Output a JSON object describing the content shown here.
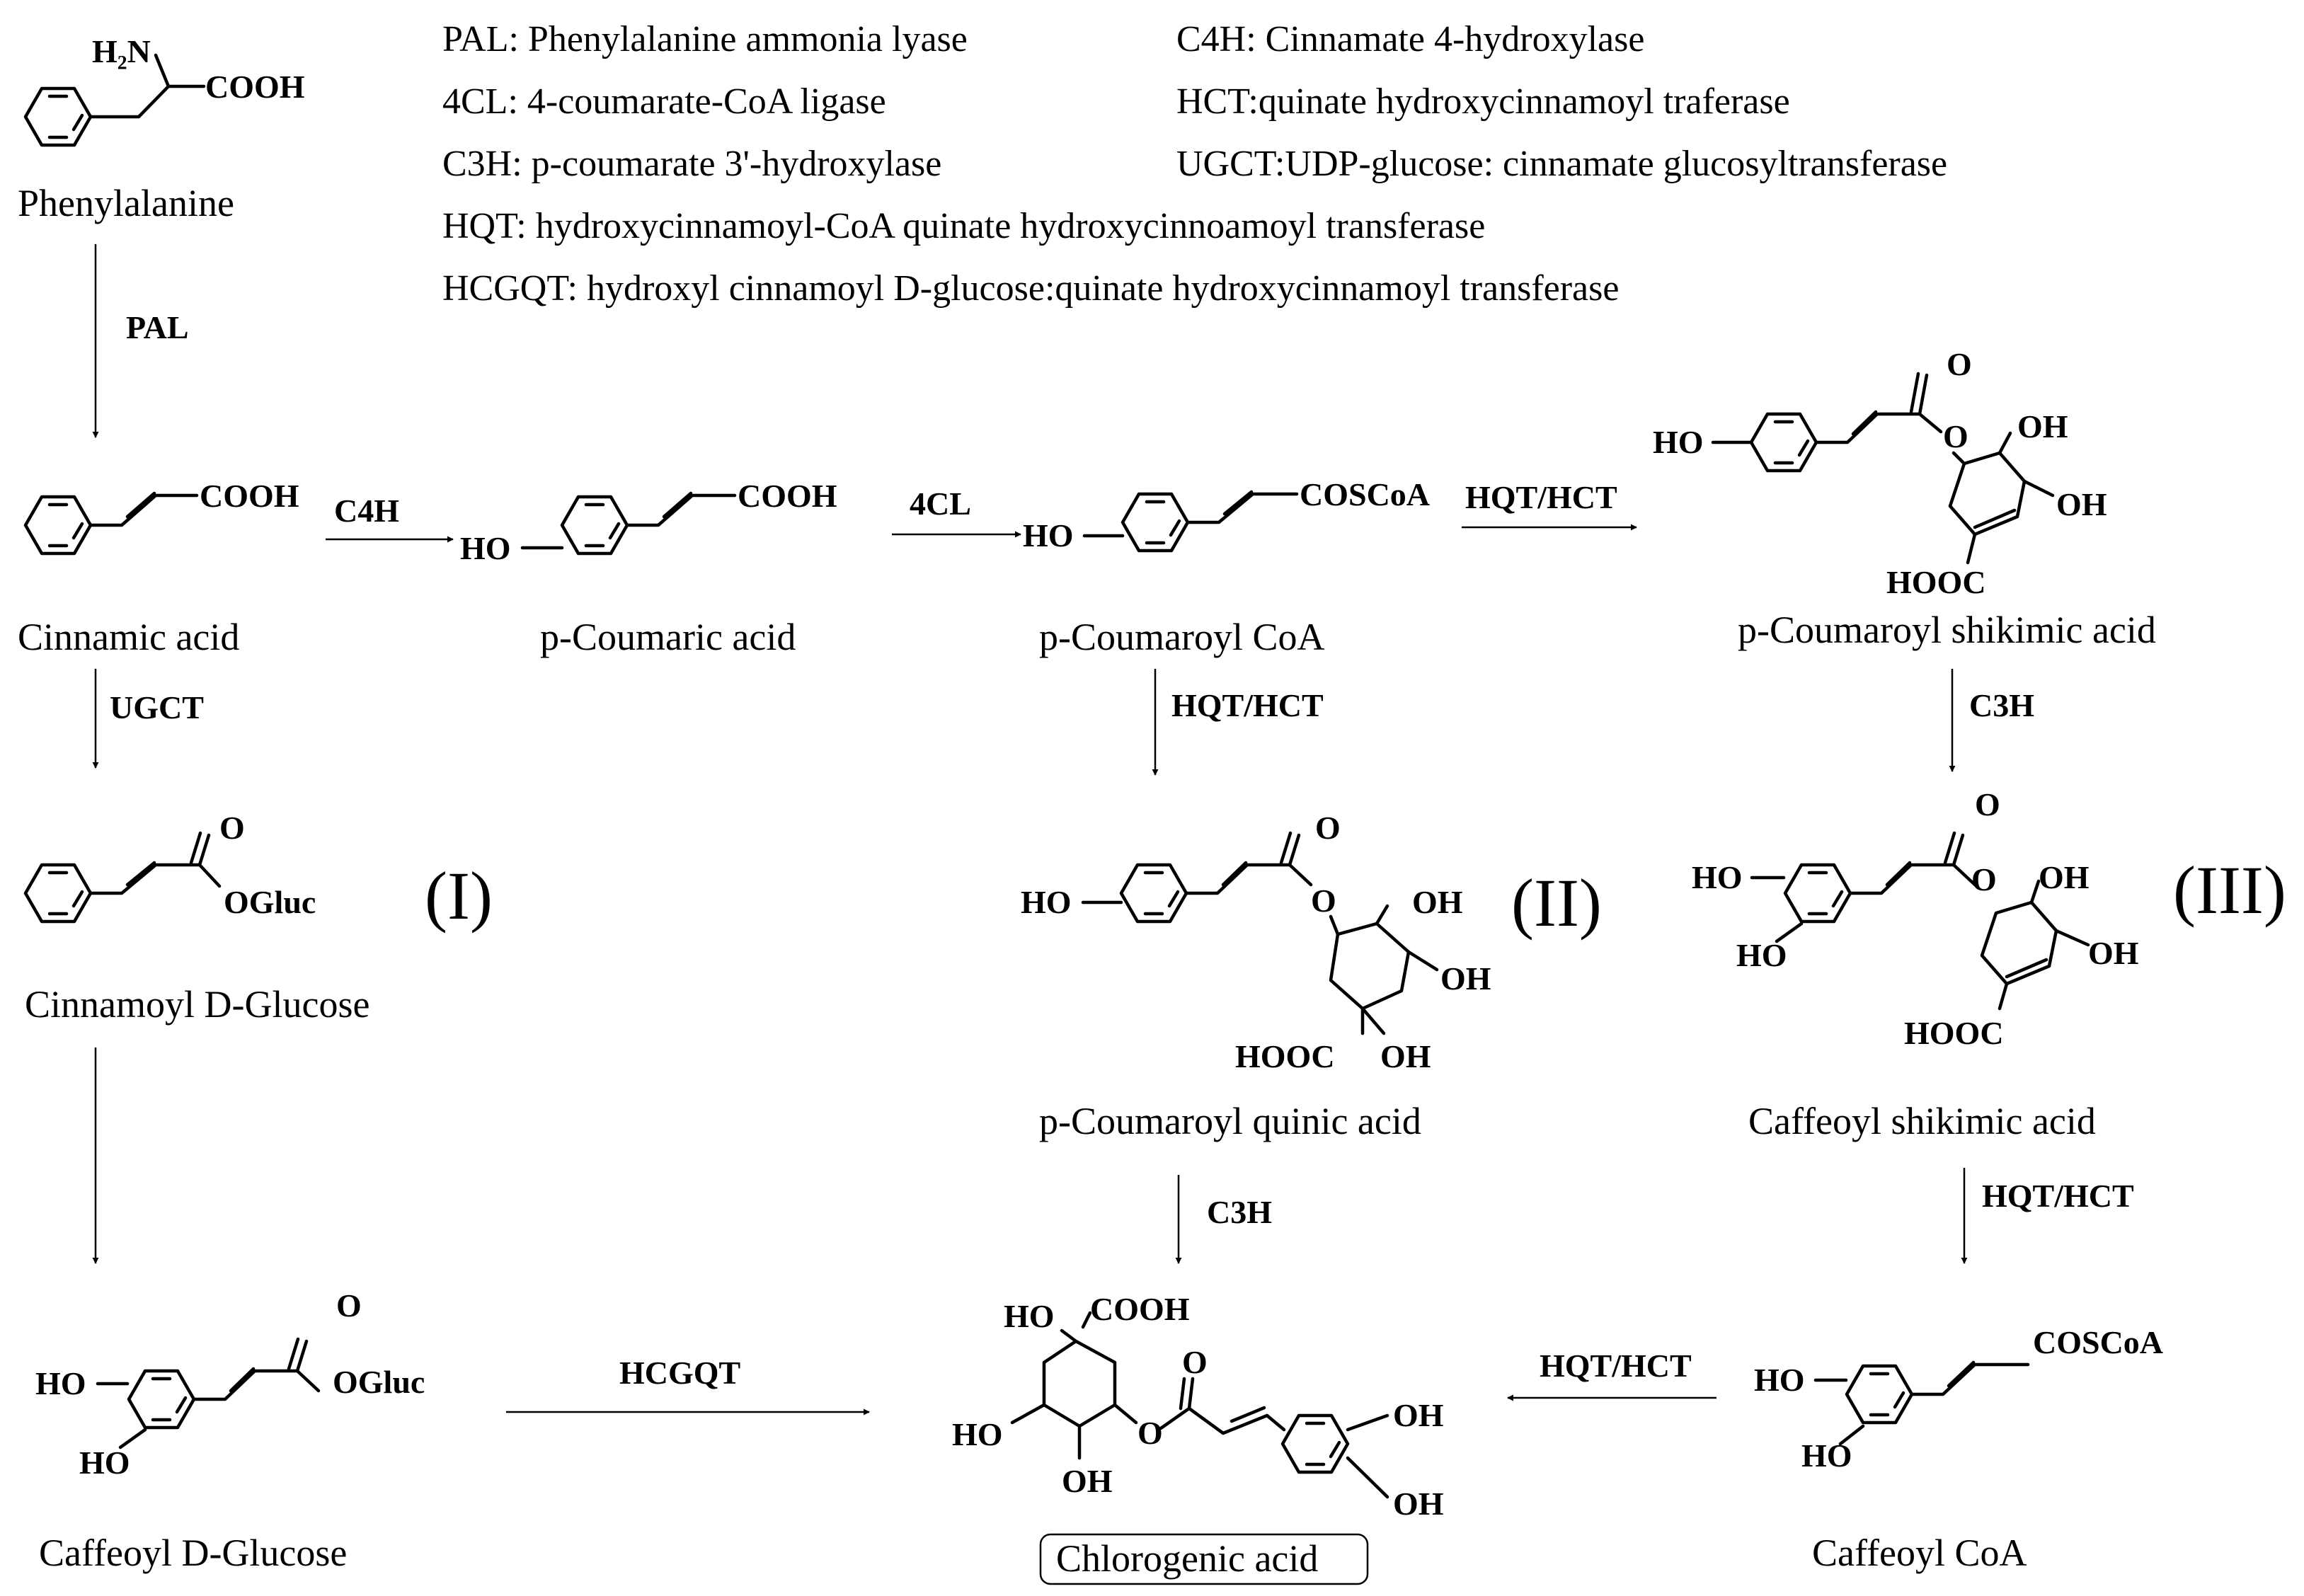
{
  "legend": [
    "PAL: Phenylalanine ammonia lyase",
    "C4H: Cinnamate 4-hydroxylase",
    "4CL: 4-coumarate-CoA ligase",
    "HCT:quinate hydroxycinnamoyl traferase",
    "C3H: p-coumarate 3'-hydroxylase",
    "UGCT:UDP-glucose: cinnamate glucosyltransferase",
    "HQT: hydroxycinnamoyl-CoA quinate hydroxycinnoamoyl transferase",
    "HCGQT: hydroxyl cinnamoyl D-glucose:quinate hydroxycinnamoyl transferase"
  ],
  "compounds": {
    "phenylalanine": "Phenylalanine",
    "cinnamic_acid": "Cinnamic acid",
    "p_coumaric_acid": "p-Coumaric acid",
    "p_coumaroyl_coa": "p-Coumaroyl CoA",
    "p_coumaroyl_shikimic_acid": "p-Coumaroyl shikimic acid",
    "cinnamoyl_d_glucose": "Cinnamoyl D-Glucose",
    "p_coumaroyl_quinic_acid": "p-Coumaroyl quinic acid",
    "caffeoyl_shikimic_acid": "Caffeoyl  shikimic acid",
    "caffeoyl_d_glucose": "Caffeoyl D-Glucose",
    "chlorogenic_acid": "Chlorogenic acid",
    "caffeoyl_coa": "Caffeoyl  CoA"
  },
  "enzymes": {
    "pal": "PAL",
    "c4h": "C4H",
    "fourcl": "4CL",
    "hqt_hct_1": "HQT/HCT",
    "ugct": "UGCT",
    "hqt_hct_2": "HQT/HCT",
    "c3h_1": "C3H",
    "c3h_2": "C3H",
    "hqt_hct_3": "HQT/HCT",
    "hcgqt": "HCGQT",
    "hqt_hct_4": "HQT/HCT"
  },
  "atoms": {
    "h2n": "H₂N",
    "cooh": "COOH",
    "ho": "HO",
    "oh": "OH",
    "o": "O",
    "oh_short": "OH",
    "hooc": "HOOC",
    "coscoa": "COSCoA",
    "ogluc": "OGluc"
  },
  "pathway_labels": {
    "one": "(I)",
    "two": "(II)",
    "three": "(III)"
  }
}
